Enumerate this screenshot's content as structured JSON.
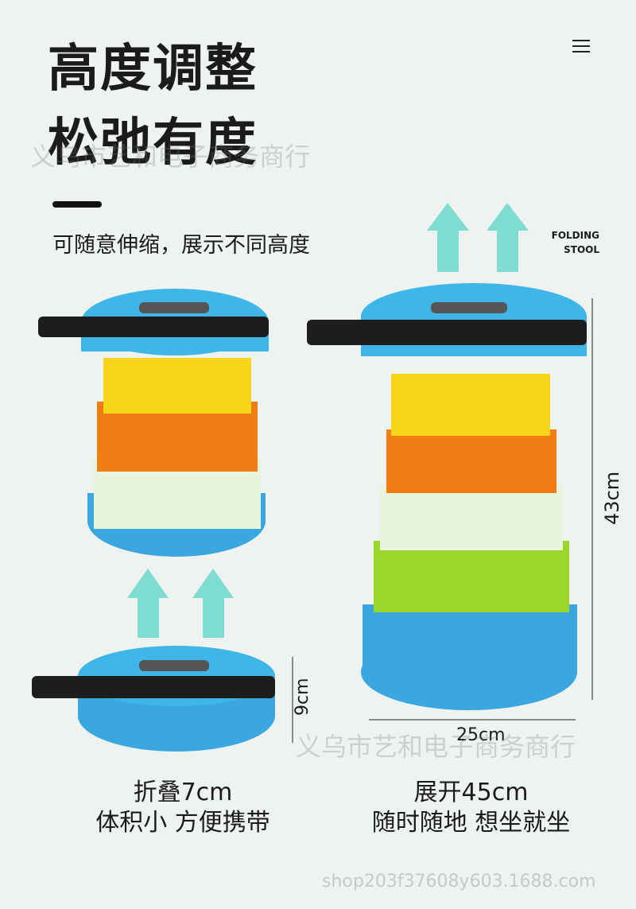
{
  "headline": {
    "line1": "高度调整",
    "line2": "松弛有度"
  },
  "subtitle": "可随意伸缩，展示不同高度",
  "brand": {
    "line1": "FOLDING",
    "line2": "STOOL"
  },
  "watermarks": [
    "义乌市艺和电子商务商行",
    "义乌市艺和电子商务商行",
    "shop203f37608y603.1688.com"
  ],
  "dimensions": {
    "folded_height": "9cm",
    "expanded_height": "43cm",
    "width": "25cm"
  },
  "captions": {
    "left": {
      "line1": "折叠7cm",
      "line2": "体积小 方便携带"
    },
    "right": {
      "line1": "展开45cm",
      "line2": "随时随地 想坐就坐"
    }
  },
  "colors": {
    "lid": "#3fb6e8",
    "yellow": "#f7d51a",
    "orange": "#f07d13",
    "white": "#e8f4dc",
    "green": "#9ad72a",
    "blue": "#3aa7e0",
    "arrow": "#7fdcd0"
  }
}
